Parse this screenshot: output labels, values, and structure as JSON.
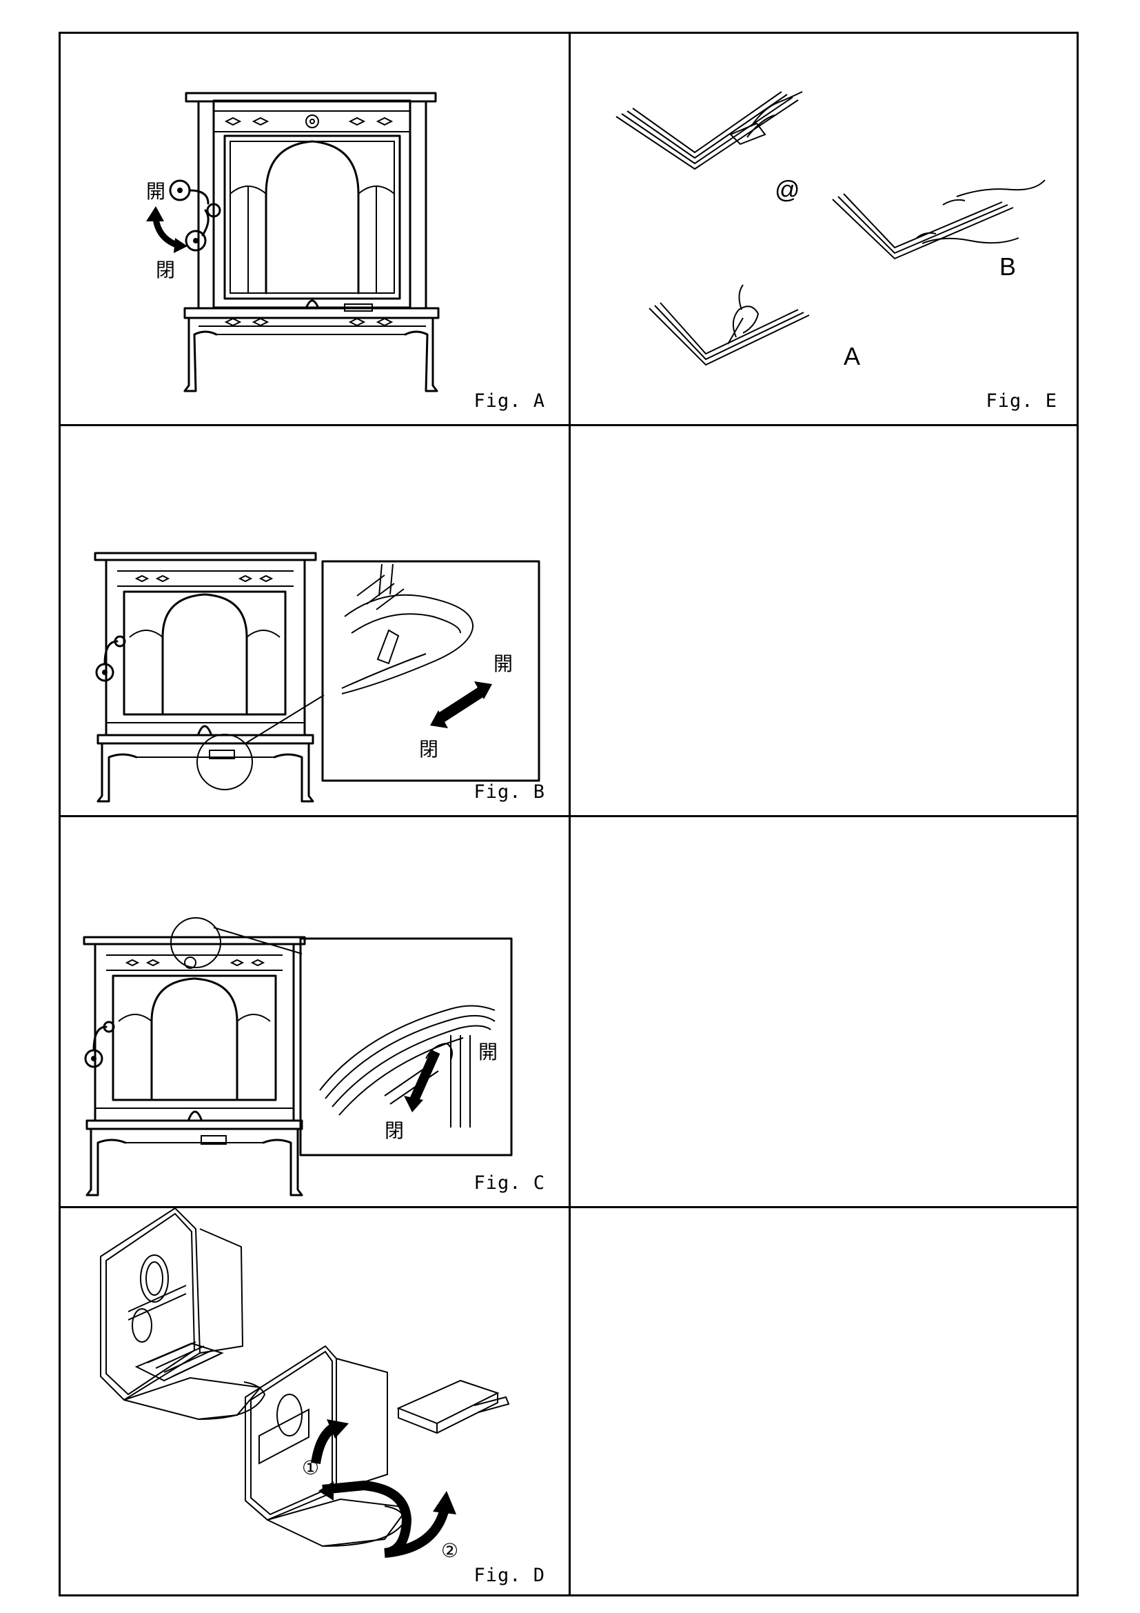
{
  "figures": {
    "a": {
      "caption": "Fig. A",
      "label_open": "開",
      "label_close": "閉"
    },
    "b": {
      "caption": "Fig. B",
      "label_open": "開",
      "label_close": "閉"
    },
    "c": {
      "caption": "Fig. C",
      "label_open": "開",
      "label_close": "閉"
    },
    "d": {
      "caption": "Fig. D",
      "step1": "①",
      "step2": "②"
    },
    "e": {
      "caption": "Fig. E",
      "label_at": "@",
      "label_b": "B",
      "label_a": "A"
    }
  }
}
